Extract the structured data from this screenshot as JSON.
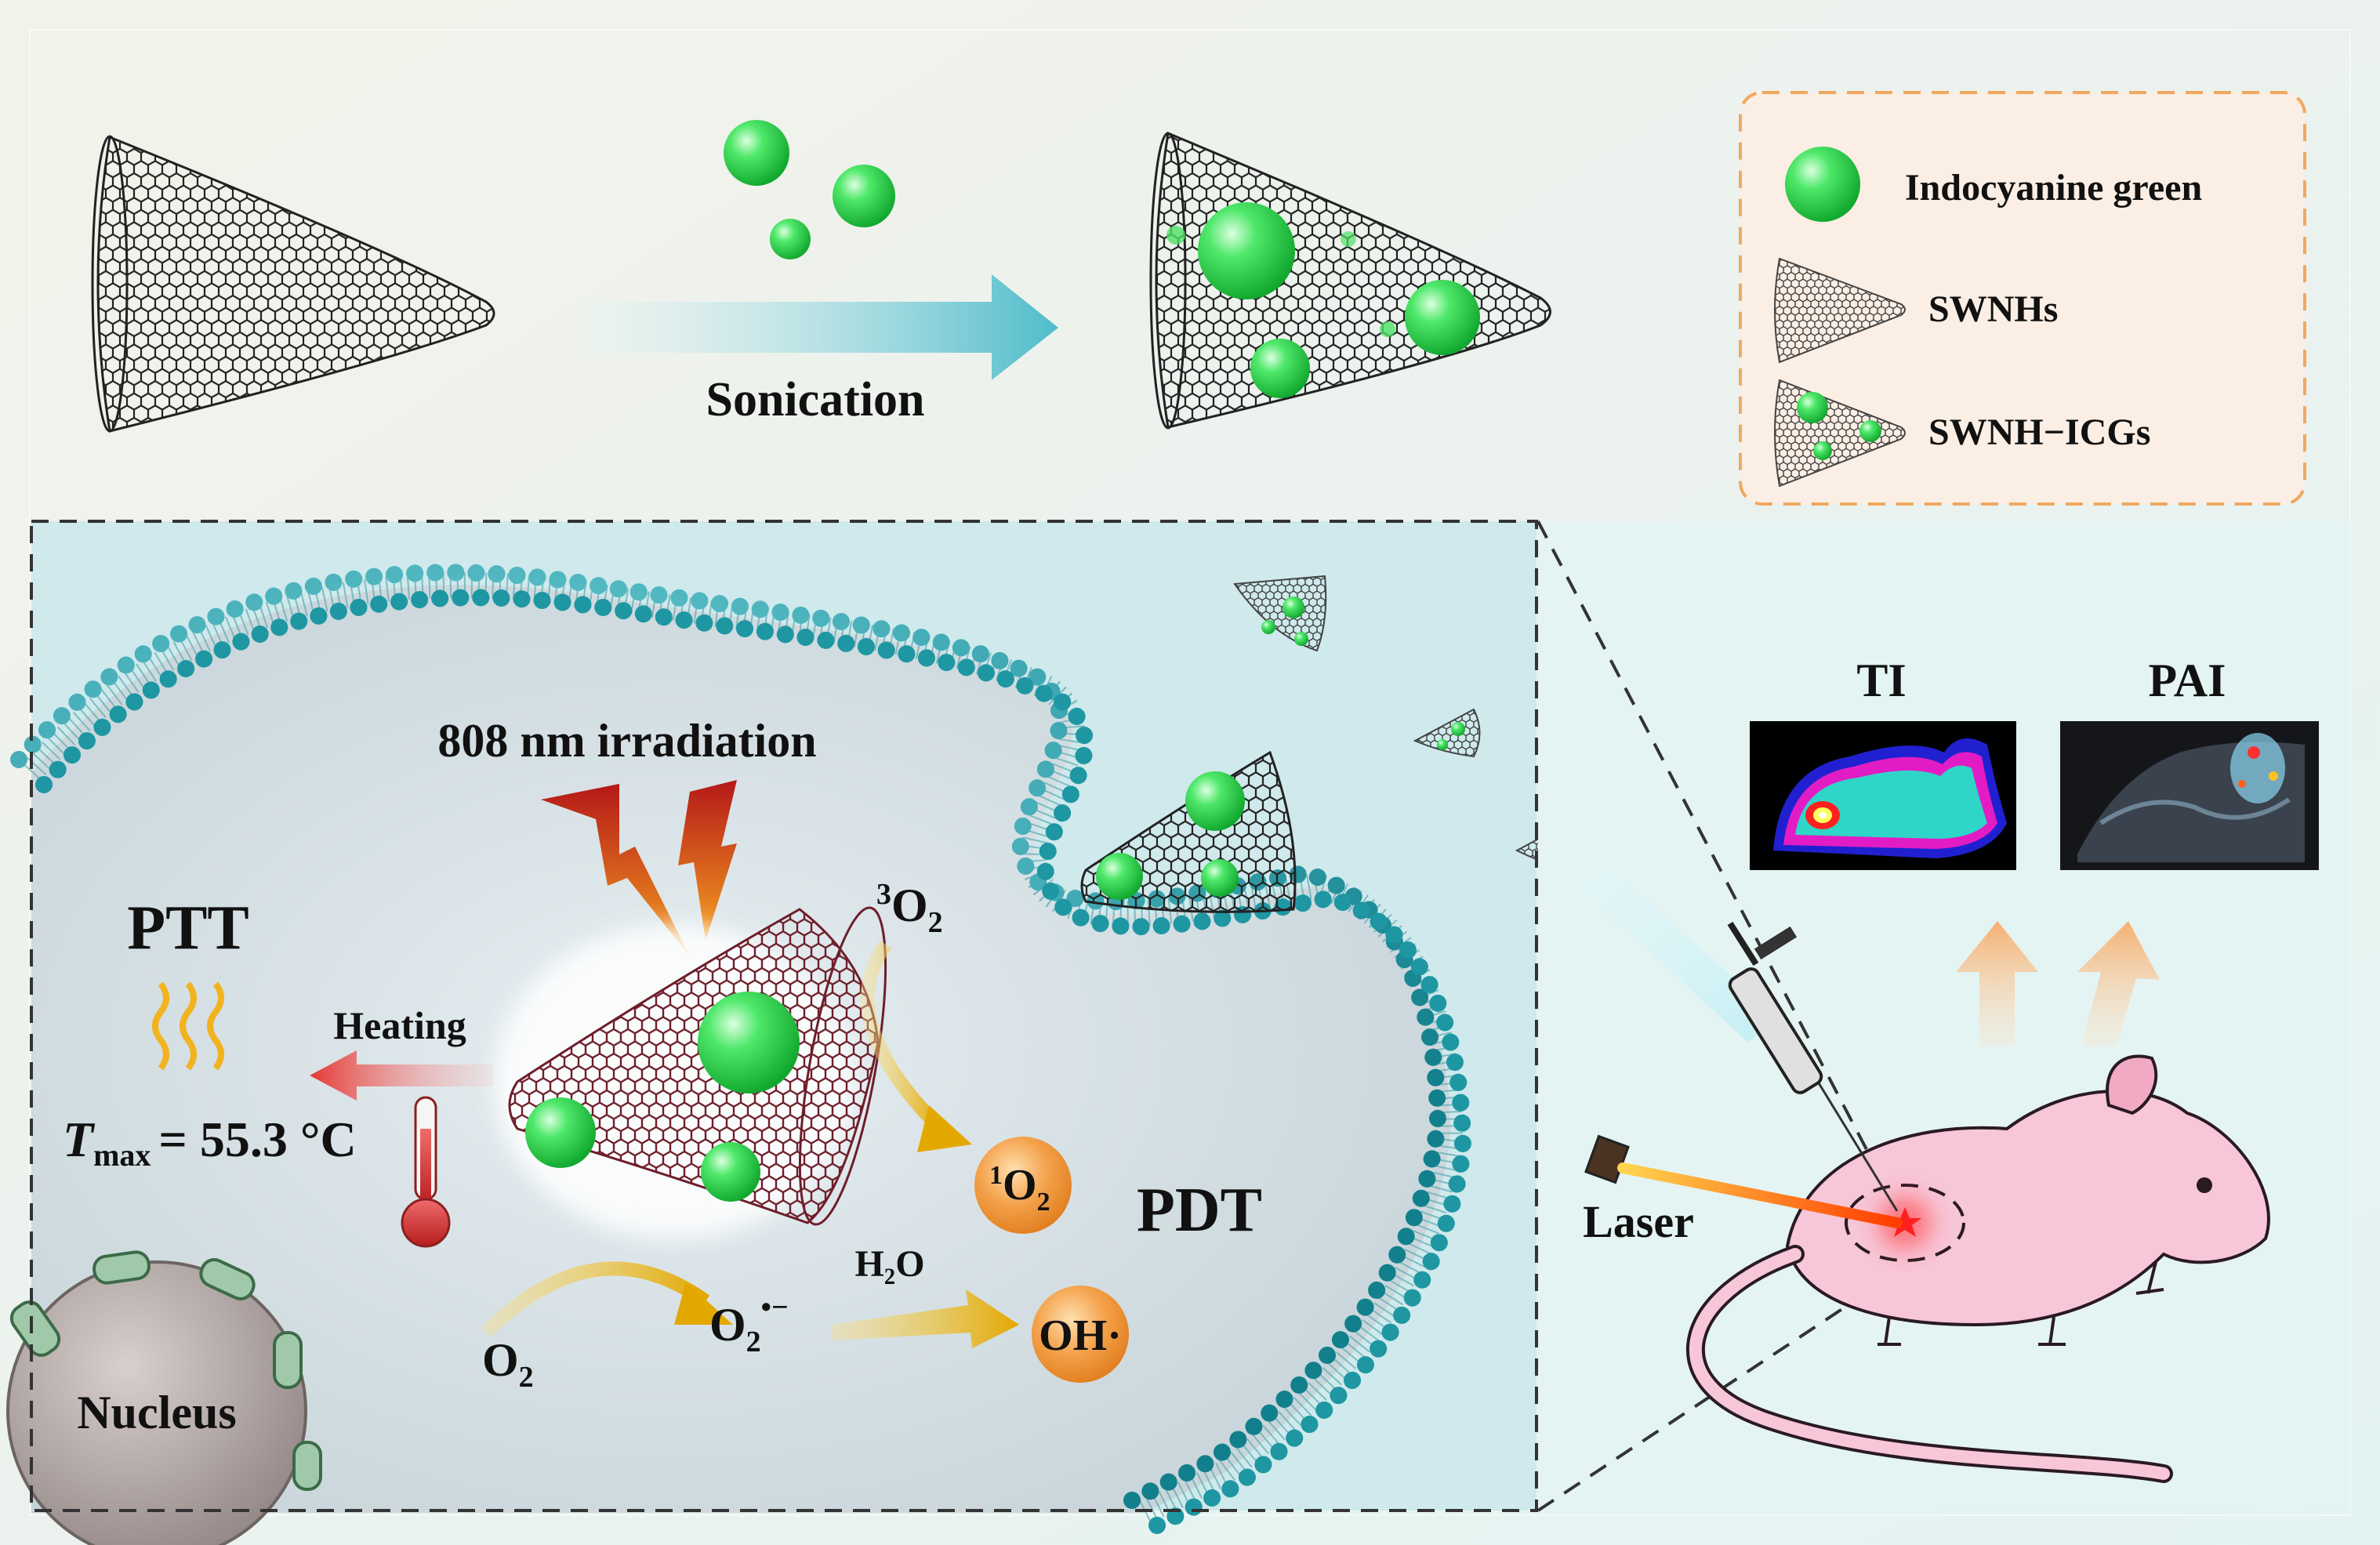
{
  "top": {
    "process_label": "Sonication"
  },
  "legend": {
    "items": [
      {
        "label": "Indocyanine green",
        "icon": "icg-sphere-icon"
      },
      {
        "label": "SWNHs",
        "icon": "swnh-cone-icon"
      },
      {
        "label": "SWNH−ICGs",
        "icon": "swnh-icg-cone-icon"
      }
    ]
  },
  "cell": {
    "irradiation_label": "808 nm irradiation",
    "ptt_label": "PTT",
    "heating_label": "Heating",
    "tmax_T": "T",
    "tmax_sub": "max",
    "tmax_value": "= 55.3 °C",
    "o2_triplet_sup": "3",
    "o2_triplet_base": "O",
    "o2_triplet_sub": "2",
    "o2_singlet_sup": "1",
    "o2_singlet_base": "O",
    "o2_singlet_sub": "2",
    "pdt_label": "PDT",
    "o2_base": "O",
    "o2_sub": "2",
    "superoxide_base": "O",
    "superoxide_sub": "2",
    "superoxide_sup": "•−",
    "h2o_label": "H₂O",
    "oh_label": "OH·",
    "nucleus_label": "Nucleus"
  },
  "mouse_panel": {
    "ti_label": "TI",
    "pai_label": "PAI",
    "laser_label": "Laser"
  },
  "colors": {
    "icg_green": "#33dd55",
    "arrow_blue": "#5fc4cf",
    "membrane_teal": "#1e97a3",
    "ptt_red": "#c0392b",
    "pdt_brown": "#8b3a14",
    "legend_border": "#f0a860",
    "mouse_pink": "#f7c6d8",
    "orange_ball": "#f2a04a"
  }
}
